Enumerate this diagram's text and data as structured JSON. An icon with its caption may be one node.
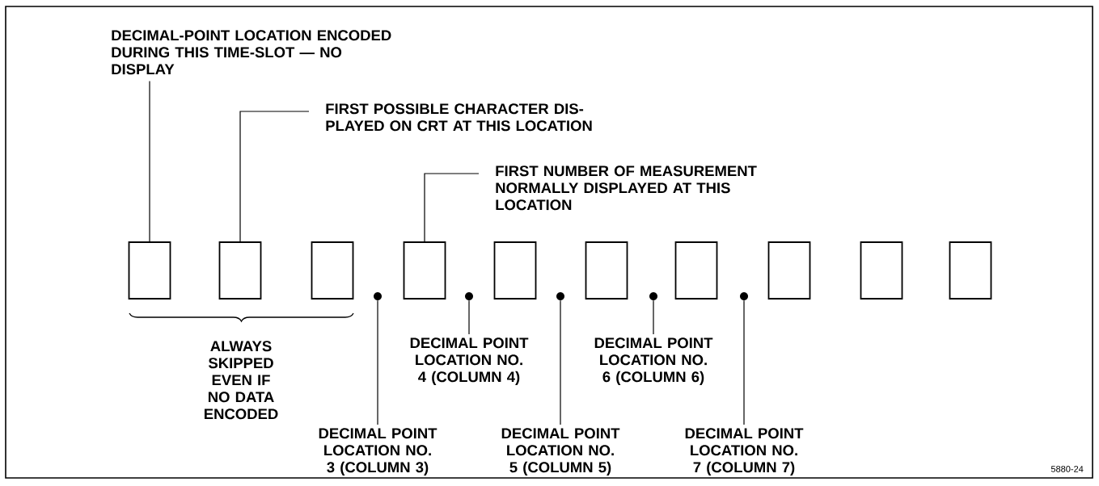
{
  "diagram": {
    "nodes": [
      {
        "text": [],
        "shape": "box"
      },
      {
        "text": [],
        "shape": "box"
      },
      {
        "text": [],
        "shape": "box"
      },
      {
        "text": [],
        "shape": "box"
      },
      {
        "text": [],
        "shape": "box"
      },
      {
        "text": [],
        "shape": "box"
      },
      {
        "text": [],
        "shape": "box"
      },
      {
        "text": [],
        "shape": "box"
      },
      {
        "text": [],
        "shape": "box"
      },
      {
        "text": [],
        "shape": "box"
      },
      {
        "text": [],
        "shape": "circle"
      },
      {
        "text": [],
        "shape": "circle"
      },
      {
        "text": [],
        "shape": "circle"
      },
      {
        "text": [],
        "shape": "circle"
      },
      {
        "text": [],
        "shape": "circle"
      },
      {
        "text": [
          "DECIMAL-POINT LOCATION ENCODED DURING THIS TIME-SLOT — NO DISPLAY"
        ]
      },
      {
        "text": [
          "FIRST POSSIBLE CHARACTER DIS- PLAYED ON CRT AT THIS LOCATION"
        ]
      },
      {
        "text": [
          "FIRST NUMBER OF MEASUREMENT NORMALLY DISPLAYED AT THIS LOCATION"
        ]
      },
      {
        "text": [
          "DECIMAL POINT LOCATION NO. 3 (COLUMN 3)"
        ]
      },
      {
        "text": [
          "DECIMAL POINT LOCATION NO. 4 (COLUMN 4)"
        ]
      },
      {
        "text": [
          "DECIMAL POINT LOCATION NO. 5 (COLUMN 5)"
        ]
      },
      {
        "text": [
          "DECIMAL POINT LOCATION NO. 6 (COLUMN 6)"
        ]
      },
      {
        "text": [
          "DECIMAL POINT LOCATION NO. 7 (COLUMN 7)"
        ]
      }
    ],
    "edges": [
      {
        "from": 15,
        "to": 0,
        "arrow": "none"
      },
      {
        "from": 16,
        "to": 1,
        "arrow": "none"
      },
      {
        "from": 17,
        "to": 3,
        "arrow": "none"
      },
      {
        "from": 18,
        "to": 10,
        "arrow": "none"
      },
      {
        "from": 19,
        "to": 11,
        "arrow": "none"
      },
      {
        "from": 20,
        "to": 12,
        "arrow": "none"
      },
      {
        "from": 21,
        "to": 13,
        "arrow": "none"
      },
      {
        "from": 22,
        "to": 14,
        "arrow": "none"
      }
    ],
    "labels": [
      "ALWAYS SKIPPED EVEN IF NO DATA ENCODED",
      "5880-24"
    ]
  }
}
